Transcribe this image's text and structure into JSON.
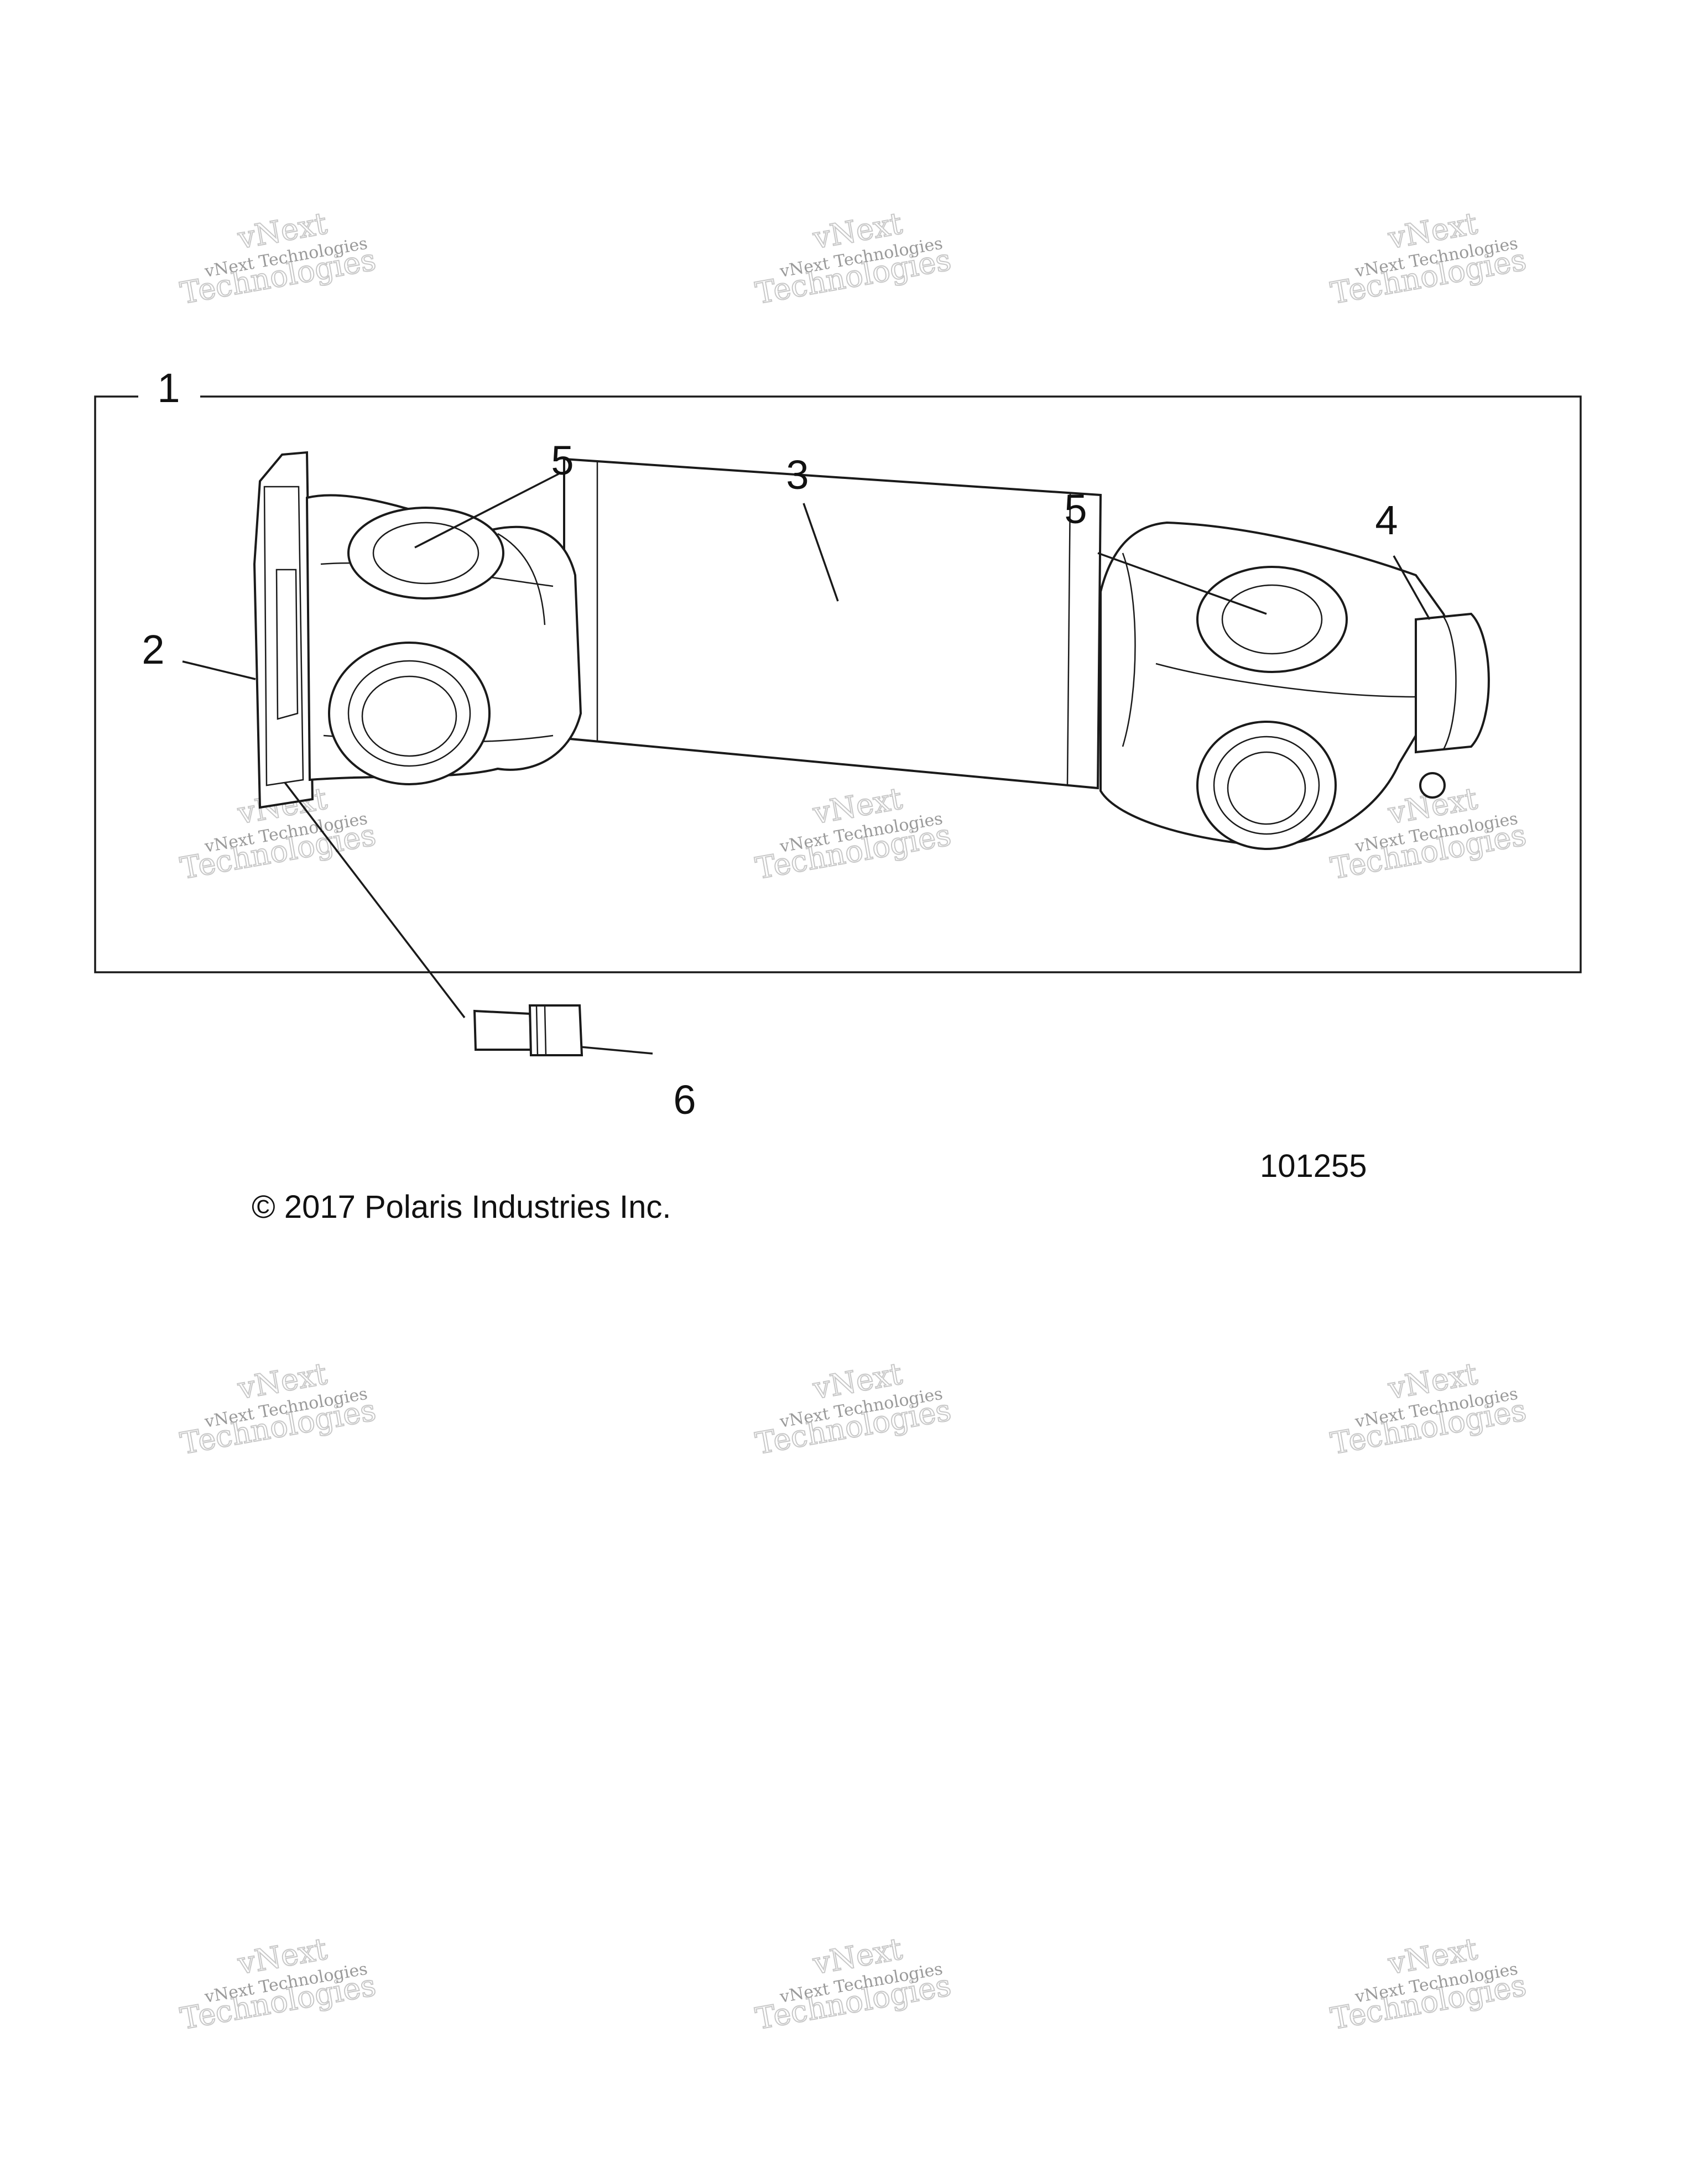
{
  "diagram": {
    "callouts": {
      "assembly": "1",
      "flange_yoke": "2",
      "tube": "3",
      "slip_yoke": "4",
      "cross_bearing_left": "5",
      "cross_bearing_right": "5",
      "zerk_fitting": "6"
    },
    "figure_number": "101255",
    "copyright": "© 2017 Polaris Industries Inc.",
    "watermark": {
      "line1": "vNext Technologies",
      "line2": "vNext",
      "line3": "Technologies"
    }
  }
}
